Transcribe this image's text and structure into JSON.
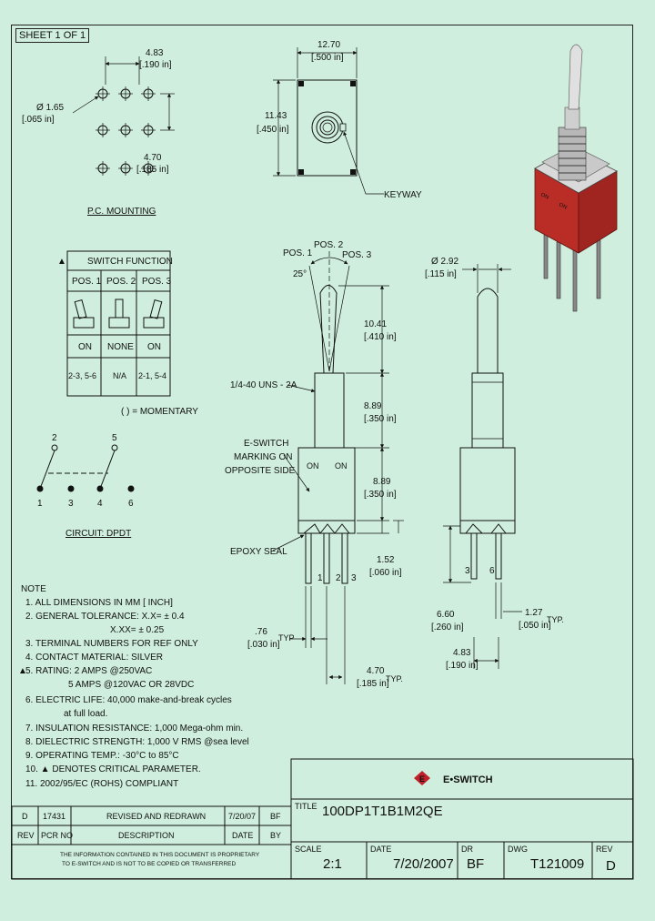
{
  "sheet_label": "SHEET 1 OF 1",
  "pc_mounting": {
    "dim_top": "4.83",
    "dim_top_in": "[.190 in]",
    "dim_hole": "Ø 1.65",
    "dim_hole_in": "[.065 in]",
    "dim_side": "4.70",
    "dim_side_in": "[.185 in]",
    "caption": "P.C. MOUNTING"
  },
  "top_view": {
    "dim_width": "12.70",
    "dim_width_in": "[.500 in]",
    "dim_height": "11.43",
    "dim_height_in": "[.450 in]",
    "keyway_label": "KEYWAY"
  },
  "switch_function": {
    "header": "SWITCH FUNCTION",
    "positions": [
      "POS. 1",
      "POS. 2",
      "POS. 3"
    ],
    "states": [
      "ON",
      "NONE",
      "ON"
    ],
    "connections": [
      "2-3, 5-6",
      "N/A",
      "2-1, 5-4"
    ],
    "footnote": "( ) = MOMENTARY"
  },
  "circuit": {
    "caption": "CIRCUIT: DPDT",
    "pins_top": [
      "2",
      "5"
    ],
    "pins_bottom": [
      "1",
      "3",
      "4",
      "6"
    ]
  },
  "front_view": {
    "pos_labels": [
      "POS. 1",
      "POS. 2",
      "POS. 3"
    ],
    "angle": "25°",
    "thread": "1/4-40 UNS - 2A",
    "marking": [
      "E-SWITCH",
      "MARKING ON",
      "OPPOSITE SIDE"
    ],
    "on_labels": [
      "ON",
      "ON"
    ],
    "epoxy": "EPOXY SEAL",
    "pin_numbers": [
      "1",
      "2",
      "3"
    ],
    "dim_lever": "10.41",
    "dim_lever_in": "[.410 in]",
    "dim_bushing": "8.89",
    "dim_bushing_in": "[.350 in]",
    "dim_body": "8.89",
    "dim_body_in": "[.350 in]",
    "dim_base": "1.52",
    "dim_base_in": "[.060 in]",
    "dim_pin": ".76",
    "dim_pin_in": "[.030 in]",
    "dim_pin_typ": "TYP",
    "dim_spacing": "4.70",
    "dim_spacing_in": "[.185 in]",
    "dim_spacing_typ": "TYP."
  },
  "side_view": {
    "dim_lever_dia": "Ø 2.92",
    "dim_lever_dia_in": "[.115 in]",
    "dim_pin_len": "6.60",
    "dim_pin_len_in": "[.260 in]",
    "dim_pin_w": "1.27",
    "dim_pin_w_in": "[.050 in]",
    "dim_pin_w_typ": "TYP.",
    "dim_spacing": "4.83",
    "dim_spacing_in": "[.190 in]",
    "pin_numbers": [
      "3",
      "6"
    ]
  },
  "notes": {
    "header": "NOTE",
    "lines": [
      "1. ALL DIMENSIONS IN MM [ INCH]",
      "2. GENERAL TOLERANCE: X.X= ± 0.4",
      "X.XX= ± 0.25",
      "3. TERMINAL NUMBERS FOR REF ONLY",
      "4. CONTACT MATERIAL: SILVER",
      "5. RATING: 2 AMPS @250VAC",
      "5 AMPS @120VAC OR 28VDC",
      "6. ELECTRIC LIFE: 40,000 make-and-break cycles",
      "at full load.",
      "7. INSULATION RESISTANCE: 1,000 Mega-ohm min.",
      "8. DIELECTRIC STRENGTH: 1,000 V RMS @sea level",
      "9. OPERATING TEMP.: -30°C to 85°C",
      "10. ▲ DENOTES CRITICAL PARAMETER.",
      "11. 2002/95/EC (ROHS) COMPLIANT"
    ]
  },
  "revision": {
    "row": [
      "D",
      "17431",
      "REVISED AND REDRAWN",
      "7/20/07",
      "BF"
    ],
    "headers": [
      "REV",
      "PCR NO",
      "DESCRIPTION",
      "DATE",
      "BY"
    ]
  },
  "disclaimer": [
    "THE INFORMATION CONTAINED IN THIS DOCUMENT IS PROPRIETARY",
    "TO E-SWITCH AND IS NOT TO BE COPIED OR TRANSFERRED"
  ],
  "title_block": {
    "logo_text": "E•SWITCH",
    "title_label": "TITLE",
    "title": "100DP1T1B1M2QE",
    "scale_label": "SCALE",
    "scale": "2:1",
    "date_label": "DATE",
    "date": "7/20/2007",
    "dr_label": "DR",
    "dr": "BF",
    "dwg_label": "DWG",
    "dwg": "T121009",
    "rev_label": "REV",
    "rev": "D"
  },
  "colors": {
    "background": "#cfeedd",
    "switch_body": "#b92d26",
    "logo": "#c0202a"
  }
}
